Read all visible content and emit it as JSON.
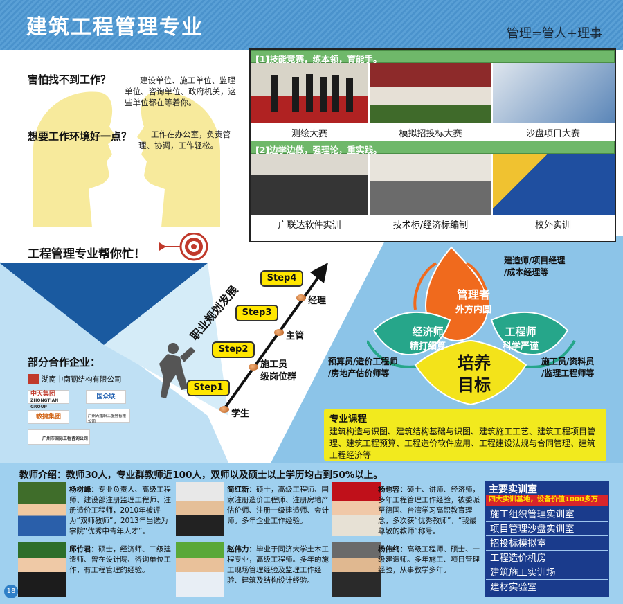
{
  "header": {
    "title": "建筑工程管理专业",
    "slogan": "管理=管人+理事"
  },
  "intro": {
    "q1": "害怕找不到工作？",
    "a1": "建设单位、施工单位、监理单位、咨询单位、政府机关，这些单位都在等着你。",
    "q2": "想要工作环境好一点？",
    "a2": "工作在办公室，负责管理、协调，工作轻松。",
    "help": "工程管理专业帮你忙！"
  },
  "panel1": {
    "heading": "[1]技能竞赛，练本领，育能手。",
    "captions": [
      "测绘大赛",
      "模拟招投标大赛",
      "沙盘项目大赛"
    ]
  },
  "panel2": {
    "heading": "[2]边学边做，强理论，重实践。",
    "captions": [
      "广联达软件实训",
      "技术标/经济标编制",
      "校外实训"
    ]
  },
  "career": {
    "title": "职业规划发展",
    "steps": [
      "Step1",
      "Step2",
      "Step3",
      "Step4"
    ],
    "levels": [
      "学生",
      "施工员\n级岗位群",
      "主管",
      "经理"
    ]
  },
  "partners": {
    "title": "部分合作企业：",
    "companies": [
      "湖南中南钢结构有限公司",
      "中天集团",
      "ZHONGTIAN GROUP",
      "国众联",
      "敏捷集团",
      "广州天福职工服务有限公司",
      "广州市国际工程咨询公司"
    ]
  },
  "goals": {
    "manager": {
      "title": "管理者",
      "sub": "外方内圆"
    },
    "economist": {
      "title": "经济师",
      "sub": "精打细算"
    },
    "engineer": {
      "title": "工程师",
      "sub": "科学严谨"
    },
    "center": "培养\n目标",
    "manager_jobs": "建造师/项目经理\n/成本经理等",
    "economist_jobs": "预算员/造价工程师\n/房地产估价师等",
    "engineer_jobs": "施工员/资料员\n/监理工程师等"
  },
  "courses": {
    "title": "专业课程",
    "body": "建筑构造与识图、建筑结构基础与识图、建筑施工工艺、建筑工程项目管理、建筑工程预算、工程造价软件应用、工程建设法规与合同管理、建筑工程经济等"
  },
  "teachers": {
    "intro": "教师介绍：教师30人，专业群教师近100人，双师以及硕士以上学历均占到50%以上。",
    "list": [
      {
        "name": "杨树峰：",
        "desc": "专业负责人、高级工程师、建设部注册监理工程师、注册造价工程师，2010年被评为“双师教师”，2013年当选为学院“优秀中青年人才”。"
      },
      {
        "name": "简红新：",
        "desc": "硕士，高级工程师、国家注册造价工程师、注册房地产估价师、注册一级建造师、会计师。多年企业工作经验。"
      },
      {
        "name": "杨也容：",
        "desc": "硕士、讲师、经济师，多年工程管理工作经验，被委派至德国、台湾学习高职教育理念，多次获“优秀教师”，“我最尊敬的教师”称号。"
      },
      {
        "name": "邱竹君：",
        "desc": "硕士，经济师、二级建造师、曾在设计院、咨询单位工作，有工程管理的经验。"
      },
      {
        "name": "赵伟力：",
        "desc": "毕业于同济大学土木工程专业，高级工程师。多年的施工现场管理经验及监理工作经验、建筑及结构设计经验。"
      },
      {
        "name": "杨伟终：",
        "desc": "高级工程师、硕士、一级建造师。多年施工、项目管理经验，从事教学多年。"
      }
    ]
  },
  "labs": {
    "title": "主要实训室",
    "subtitle": "四大实训基地，设备价值1000多万",
    "items": [
      "施工组织管理实训室",
      "项目管理沙盘实训室",
      "招投标模拟室",
      "工程造价机房",
      "建筑施工实训场",
      "建材实验室"
    ]
  },
  "page_number": "18",
  "colors": {
    "blue": "#3f8fce",
    "light_blue": "#8cc4e8",
    "green": "#6fb86a",
    "orange": "#f06a1d",
    "teal": "#26a68a",
    "yellow": "#f3e31a",
    "navy": "#1a3b8c"
  }
}
